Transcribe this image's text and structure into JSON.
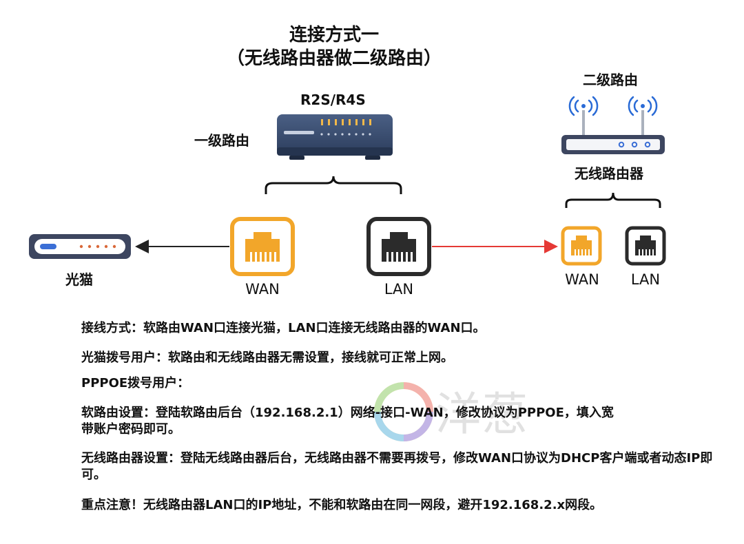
{
  "title": {
    "line1": "连接方式一",
    "line2": "（无线路由器做二级路由）"
  },
  "primary_router": {
    "model": "R2S/R4S",
    "role": "一级路由",
    "icon": "soft-router-icon"
  },
  "secondary_router": {
    "role": "二级路由",
    "name": "无线路由器",
    "icon": "wireless-router-icon"
  },
  "modem": {
    "name": "光猫",
    "icon": "modem-icon"
  },
  "ports": {
    "primary_wan": "WAN",
    "primary_lan": "LAN",
    "secondary_wan": "WAN",
    "secondary_lan": "LAN"
  },
  "colors": {
    "wan_port": "#f2a62a",
    "lan_port": "#2b2b2b",
    "link_red": "#e53935",
    "link_black": "#222222"
  },
  "description": [
    "接线方式：软路由WAN口连接光猫，LAN口连接无线路由器的WAN口。",
    "光猫拨号用户：软路由和无线路由器无需设置，接线就可正常上网。",
    "PPPOE拨号用户：",
    "软路由设置：登陆软路由后台（192.168.2.1）网络-接口-WAN，修改协议为PPPOE，填入宽带账户密码即可。",
    "无线路由器设置：登陆无线路由器后台，无线路由器不需要再拨号，修改WAN口协议为DHCP客户端或者动态IP即可。",
    "重点注意！无线路由器LAN口的IP地址，不能和软路由在同一网段，避开192.168.2.x网段。"
  ],
  "watermark": {
    "text": "洋葱",
    "icon": "onion-logo-icon"
  }
}
